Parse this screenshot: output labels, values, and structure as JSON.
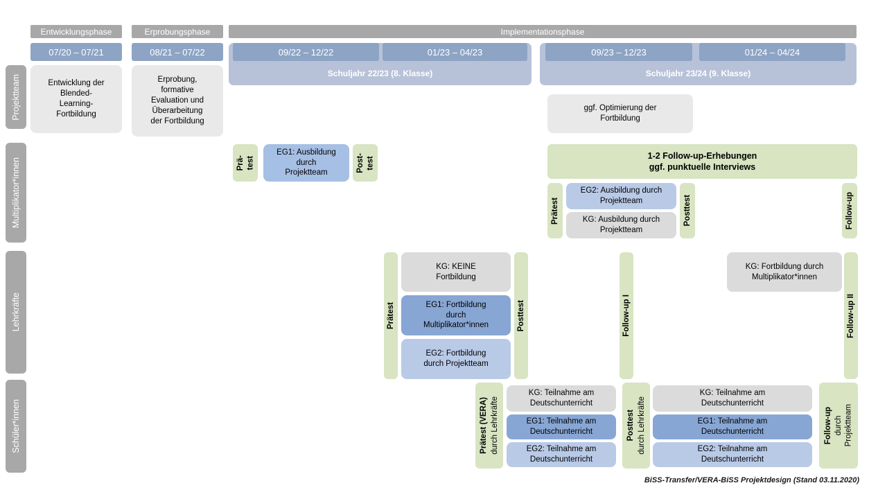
{
  "colors": {
    "phase_gray": "#a8a8a8",
    "pill_gray": "#a8a8a8",
    "date_blue": "#8da4c4",
    "year_blue": "#b7c2d8",
    "box_gray": "#e9e9e9",
    "kg_gray": "#dbdbdb",
    "green": "#d8e4c2",
    "blue_dark": "#88a6d4",
    "blue_mid": "#a6bfe4",
    "blue_light": "#b9cae7"
  },
  "header": {
    "phase_entwicklung": "Entwicklungsphase",
    "phase_erprobung": "Erprobungsphase",
    "phase_implementation": "Implementationsphase",
    "date_1": "07/20 – 07/21",
    "date_2": "08/21 – 07/22",
    "date_3": "09/22 – 12/22",
    "date_4": "01/23 – 04/23",
    "date_5": "09/23 – 12/23",
    "date_6": "01/24 – 04/24",
    "year_1": "Schuljahr 22/23 (8. Klasse)",
    "year_2": "Schuljahr 23/24 (9. Klasse)"
  },
  "rows": {
    "projektteam": "Projektteam",
    "multiplikatoren": "Multiplikator*innen",
    "lehrkraefte": "Lehrkräfte",
    "schueler": "Schüler*innen"
  },
  "projektteam": {
    "entwicklung": "Entwicklung der\nBlended-\nLearning-\nFortbildung",
    "erprobung": "Erprobung,\nformative\nEvaluation und\nÜberarbeitung\nder Fortbildung",
    "optimierung": "ggf. Optimierung der\nFortbildung"
  },
  "mult": {
    "praetest_1": "Prä-\ntest",
    "eg1": "EG1: Ausbildung\ndurch\nProjektteam",
    "posttest_1": "Post-\ntest",
    "banner": "1-2 Follow-up-Erhebungen\nggf. punktuelle Interviews",
    "praetest_2": "Prätest",
    "eg2": "EG2: Ausbildung durch\nProjektteam",
    "kg": "KG: Ausbildung durch\nProjektteam",
    "posttest_2": "Posttest",
    "followup": "Follow-up"
  },
  "lehr": {
    "praetest": "Prätest",
    "kg1": "KG: KEINE\nFortbildung",
    "eg1": "EG1: Fortbildung\ndurch\nMultiplikator*innen",
    "eg2": "EG2: Fortbildung\ndurch Projektteam",
    "posttest": "Posttest",
    "followup1": "Follow-up I",
    "kg2": "KG: Fortbildung durch\nMultiplikator*innen",
    "followup2": "Follow-up II"
  },
  "schueler": {
    "praetest_main": "Prätest (VERA)",
    "praetest_sub": "durch Lehrkräfte",
    "kg_a": "KG: Teilnahme am\nDeutschunterricht",
    "eg1_a": "EG1: Teilnahme am\nDeutschunterricht",
    "eg2_a": "EG2: Teilnahme am\nDeutschunterricht",
    "posttest_main": "Posttest",
    "posttest_sub": "durch Lehrkräfte",
    "kg_b": "KG: Teilnahme am\nDeutschunterricht",
    "eg1_b": "EG1: Teilnahme am\nDeutschunterricht",
    "eg2_b": "EG2: Teilnahme am\nDeutschunterricht",
    "followup_main": "Follow-up",
    "followup_sub": "durch\nProjektteam"
  },
  "caption": "BiSS-Transfer/VERA-BiSS Projektdesign (Stand 03.11.2020)"
}
